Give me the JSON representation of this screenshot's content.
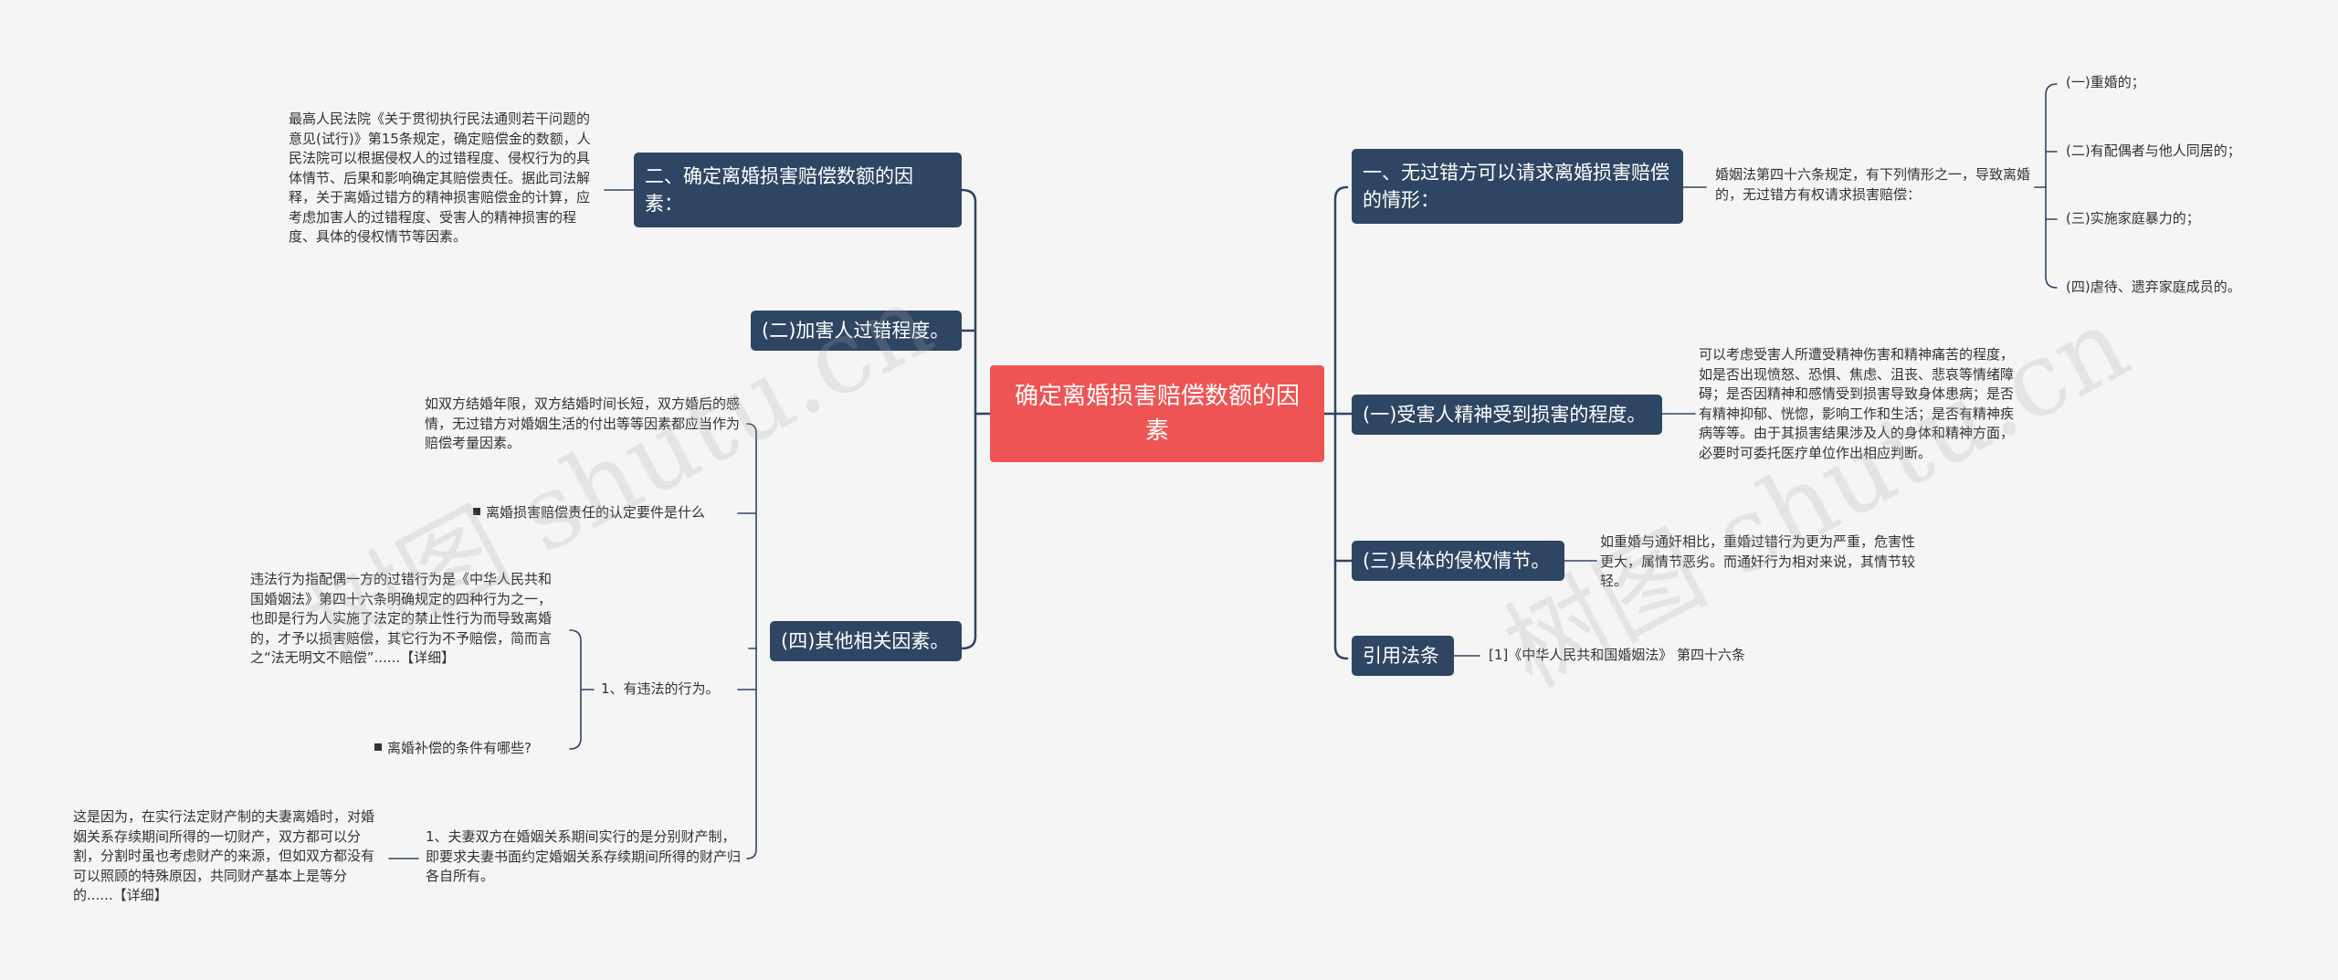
{
  "root": {
    "label": "确定离婚损害赔偿数额的因素"
  },
  "right": {
    "b1": {
      "label": "一、无过错方可以请求离婚损害赔偿的情形：",
      "desc": "婚姻法第四十六条规定，有下列情形之一，导致离婚的，无过错方有权请求损害赔偿：",
      "items": [
        "(一)重婚的；",
        "(二)有配偶者与他人同居的；",
        "(三)实施家庭暴力的；",
        "(四)虐待、遗弃家庭成员的。"
      ]
    },
    "b2": {
      "label": "(一)受害人精神受到损害的程度。",
      "desc": "可以考虑受害人所遭受精神伤害和精神痛苦的程度，如是否出现愤怒、恐惧、焦虑、沮丧、悲哀等情绪障碍；是否因精神和感情受到损害导致身体患病；是否有精神抑郁、恍惚，影响工作和生活；是否有精神疾病等等。由于其损害结果涉及人的身体和精神方面，必要时可委托医疗单位作出相应判断。"
    },
    "b3": {
      "label": "(三)具体的侵权情节。",
      "desc": "如重婚与通奸相比，重婚过错行为更为严重，危害性更大，属情节恶劣。而通奸行为相对来说，其情节较轻。"
    },
    "b4": {
      "label": "引用法条",
      "desc": "[1]《中华人民共和国婚姻法》 第四十六条"
    }
  },
  "left": {
    "b1": {
      "label": "二、确定离婚损害赔偿数额的因素：",
      "desc": "最高人民法院《关于贯彻执行民法通则若干问题的意见(试行)》第15条规定，确定赔偿金的数额，人民法院可以根据侵权人的过错程度、侵权行为的具体情节、后果和影响确定其赔偿责任。据此司法解释，关于离婚过错方的精神损害赔偿金的计算，应考虑加害人的过错程度、受害人的精神损害的程度、具体的侵权情节等因素。"
    },
    "b2": {
      "label": "(二)加害人过错程度。"
    },
    "b3": {
      "label": "(四)其他相关因素。",
      "c1": "如双方结婚年限，双方结婚时间长短，双方婚后的感情，无过错方对婚姻生活的付出等等因素都应当作为赔偿考量因素。",
      "c2": "离婚损害赔偿责任的认定要件是什么",
      "c3": {
        "label": "1、有违法的行为。",
        "desc": "违法行为指配偶一方的过错行为是《中华人民共和国婚姻法》第四十六条明确规定的四种行为之一，也即是行为人实施了法定的禁止性行为而导致离婚的，才予以损害赔偿，其它行为不予赔偿，简而言之“法无明文不赔偿”......【详细】",
        "q": "离婚补偿的条件有哪些?"
      },
      "c4": {
        "label": "1、夫妻双方在婚姻关系期间实行的是分别财产制，即要求夫妻书面约定婚姻关系存续期间所得的财产归各自所有。",
        "desc": "这是因为，在实行法定财产制的夫妻离婚时，对婚姻关系存续期间所得的一切财产，双方都可以分割，分割时虽也考虑财产的来源，但如双方都没有可以照顾的特殊原因，共同财产基本上是等分的......【详细】"
      }
    }
  },
  "watermark": [
    "树图 shutu.cn",
    "树图 shutu.cn"
  ],
  "colors": {
    "root": "#ef5454",
    "branch": "#2e4663",
    "line": "#2e4663",
    "background": "#f5f5f5"
  }
}
